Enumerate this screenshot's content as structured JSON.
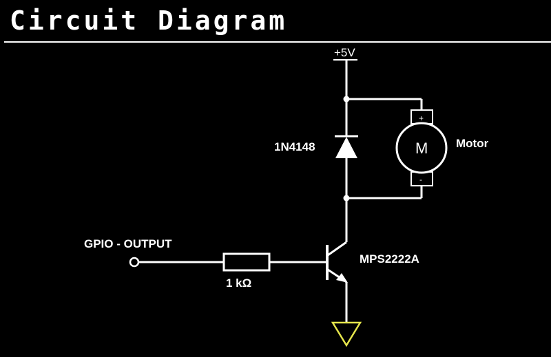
{
  "header": {
    "title": "Circuit Diagram"
  },
  "diagram": {
    "supply_label": "+5V",
    "diode_label": "1N4148",
    "motor_label": "Motor",
    "motor_symbol": "M",
    "motor_plus": "+",
    "motor_minus": "-",
    "input_label": "GPIO - OUTPUT",
    "resistor_label": "1 kΩ",
    "transistor_label": "MPS2222A",
    "ground_color": "#e6e64c",
    "wire_color": "#ffffff"
  }
}
